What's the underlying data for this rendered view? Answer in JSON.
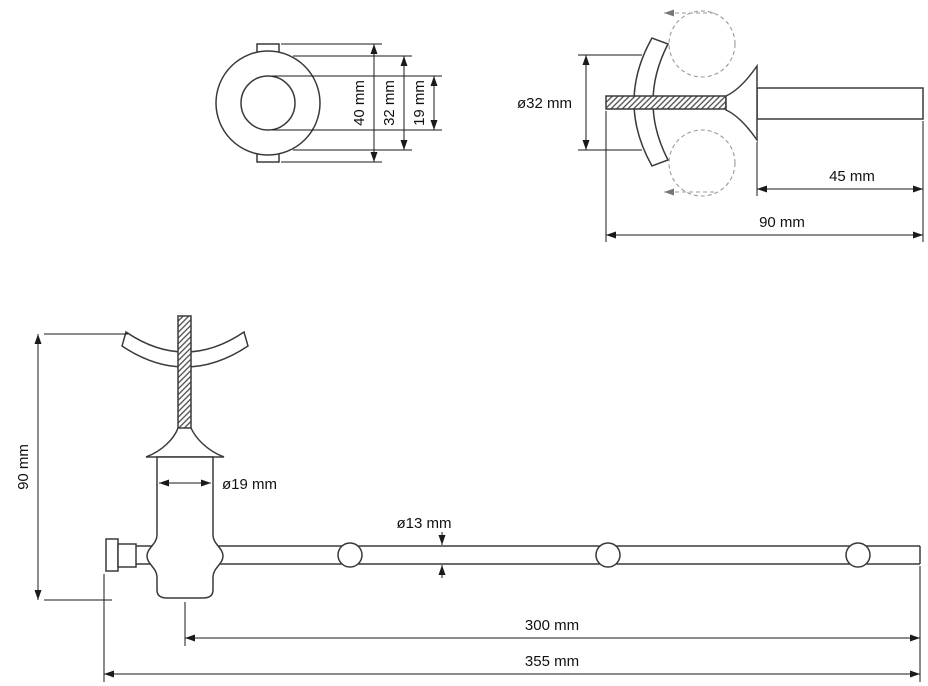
{
  "colors": {
    "background": "#ffffff",
    "outline": "#3a3a3a",
    "dimension": "#1a1a1a",
    "ghost_dashed": "#999999"
  },
  "front_view": {
    "dim_outer_diameter": "40 mm",
    "dim_mid_diameter": "32 mm",
    "dim_inner_diameter": "19 mm"
  },
  "clamp_view": {
    "dim_clamp_diameter": "ø32 mm",
    "dim_end_offset": "45 mm",
    "dim_total_depth": "90 mm"
  },
  "profile_view": {
    "dim_height": "90 mm",
    "dim_post_diameter": "ø19 mm",
    "dim_rail_diameter": "ø13 mm",
    "dim_rail_length": "300 mm",
    "dim_overall_length": "355 mm"
  }
}
